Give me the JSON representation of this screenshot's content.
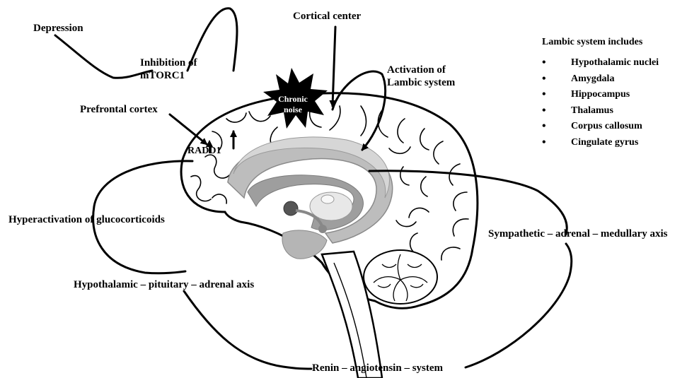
{
  "labels": {
    "depression": "Depression",
    "inhibition": "Inhibition of mTORC1",
    "cortical_center": "Cortical center",
    "activation": "Activation of Lambic system",
    "prefrontal": "Prefrontal cortex",
    "radd1": "RADD1",
    "chronic_noise": "Chronic noise",
    "hyperactivation": "Hyperactivation of glucocorticoids",
    "hpa_axis": "Hypothalamic – pituitary – adrenal axis",
    "sam_axis": "Sympathetic – adrenal – medullary axis",
    "ras": "Renin – angiotensin – system"
  },
  "legend": {
    "title": "Lambic system includes",
    "items": [
      "Hypothalamic nuclei",
      "Amygdala",
      "Hippocampus",
      "Thalamus",
      "Corpus callosum",
      "Cingulate gyrus"
    ]
  }
}
